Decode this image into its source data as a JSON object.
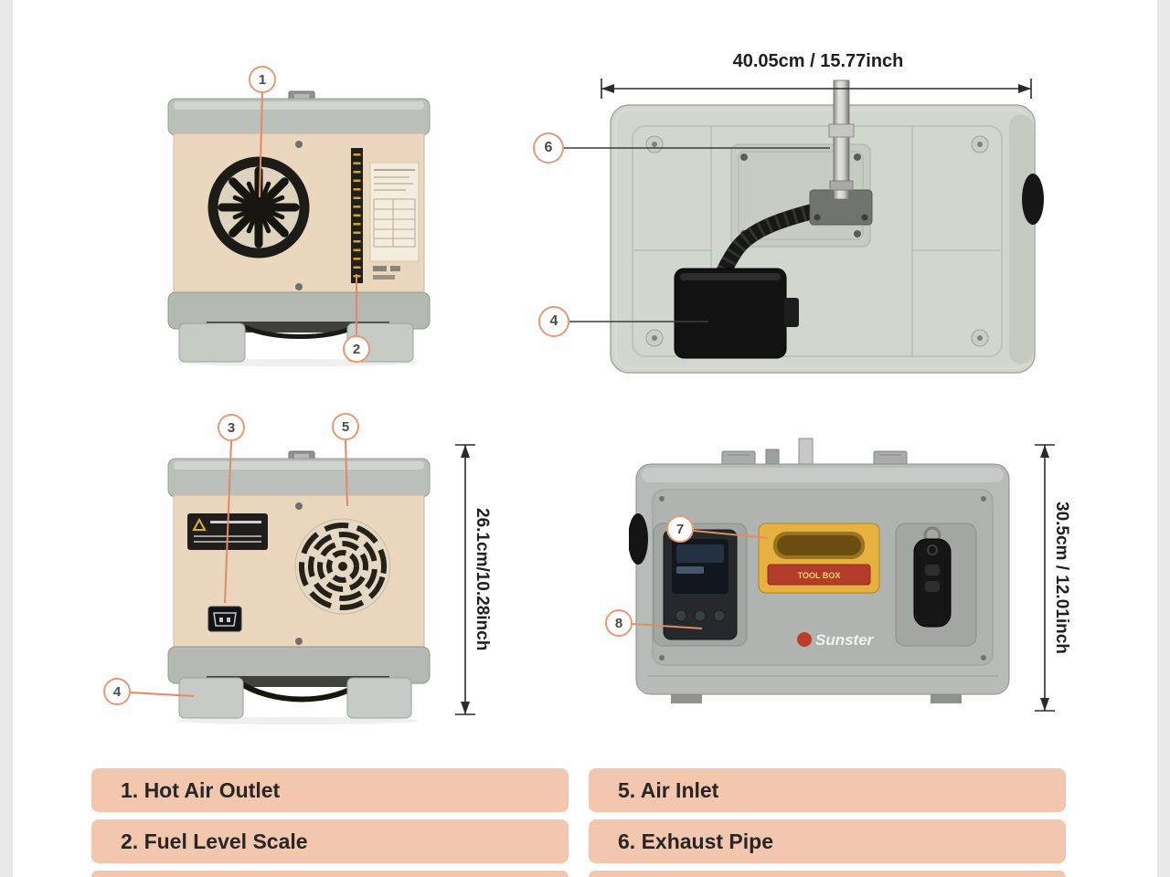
{
  "title": "Diesel heater labeled product views",
  "colors": {
    "legend_bg": "#f3c7ae",
    "callout_border": "#e59a78",
    "leader_line": "#e08b66",
    "dimension_line": "#2b2b2b",
    "body_cream": "#ead7be",
    "cap_gray": "#bcc0bb",
    "top_view_gray": "#d1d7ce",
    "side_view_gray": "#b8bcb9",
    "handle_yellow": "#e7b13f",
    "toolbox_red": "#b23b2a"
  },
  "callouts": {
    "c1": "1",
    "c2": "2",
    "c3": "3",
    "c4": "4",
    "c5": "5",
    "c6": "6",
    "c7": "7",
    "c8": "8"
  },
  "dimensions": {
    "width_top": "40.05cm / 15.77inch",
    "height_back": "26.1cm/10.28inch",
    "height_side": "30.5cm / 12.01inch"
  },
  "side_view": {
    "brand": "Sunster",
    "toolbox_label": "TOOL BOX"
  },
  "legend": {
    "rows": [
      {
        "left": "1. Hot Air Outlet",
        "right": "5. Air Inlet"
      },
      {
        "left": "2. Fuel Level Scale",
        "right": "6. Exhaust Pipe"
      }
    ]
  }
}
